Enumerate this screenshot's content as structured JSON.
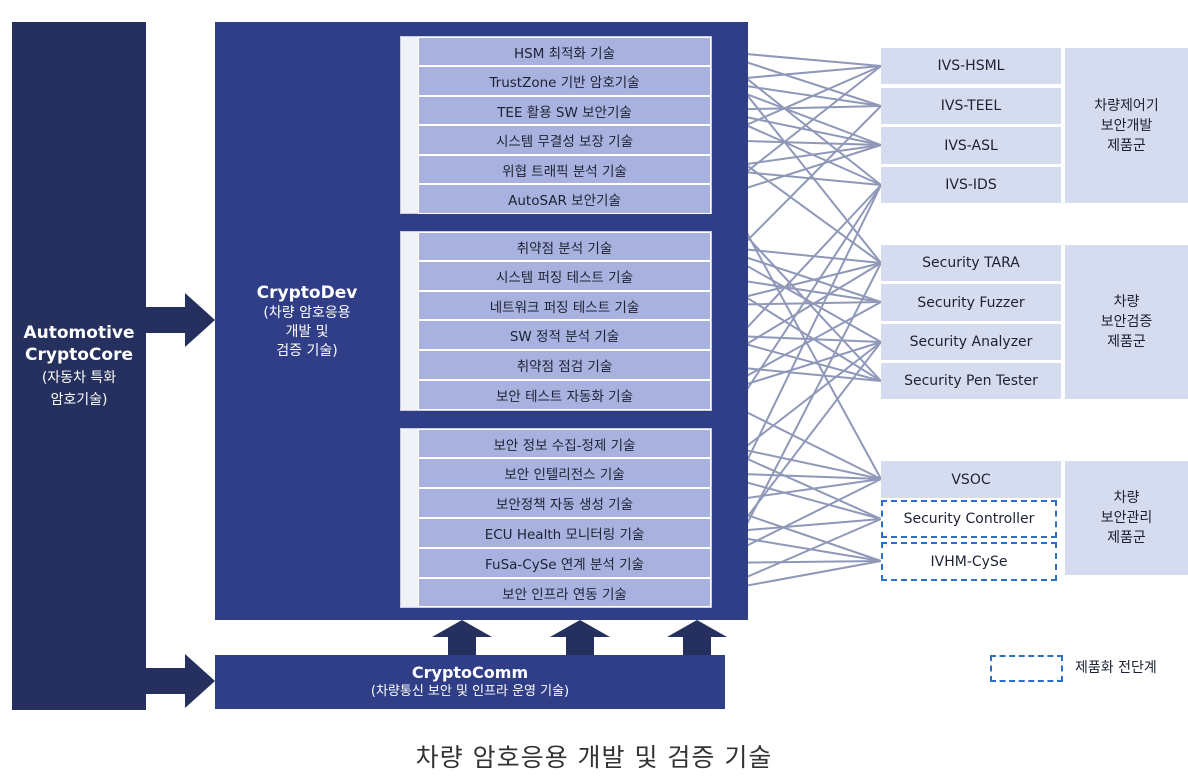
{
  "core": {
    "title_1": "Automotive",
    "title_2": "CryptoCore",
    "sub_1": "(자동차 특화",
    "sub_2": "암호기술)"
  },
  "dev": {
    "title": "CryptoDev",
    "sub_1": "(차량 암호응용",
    "sub_2": "개발 및",
    "sub_3": "검증 기술)"
  },
  "comm": {
    "title": "CryptoComm",
    "sub": "(차량통신 보안 및 인프라 운영 기술)"
  },
  "tech_groups": [
    [
      "HSM 최적화 기술",
      "TrustZone 기반 암호기술",
      "TEE 활용 SW 보안기술",
      "시스템 무결성 보장 기술",
      "위협 트래픽 분석 기술",
      "AutoSAR 보안기술"
    ],
    [
      "취약점 분석 기술",
      "시스템 퍼징 테스트 기술",
      "네트워크 퍼징 테스트 기술",
      "SW 정적 분석 기술",
      "취약점 점검 기술",
      "보안 테스트 자동화 기술"
    ],
    [
      "보안 정보 수집-정제 기술",
      "보안 인텔리전스 기술",
      "보안정책 자동 생성 기술",
      "ECU Health 모니터링 기술",
      "FuSa-CySe 연계 분석 기술",
      "보안 인프라 연동 기술"
    ]
  ],
  "products": [
    {
      "name": "IVS-HSML",
      "dashed": false
    },
    {
      "name": "IVS-TEEL",
      "dashed": false
    },
    {
      "name": "IVS-ASL",
      "dashed": false
    },
    {
      "name": "IVS-IDS",
      "dashed": false
    },
    {
      "name": "Security TARA",
      "dashed": false
    },
    {
      "name": "Security Fuzzer",
      "dashed": false
    },
    {
      "name": "Security Analyzer",
      "dashed": false
    },
    {
      "name": "Security Pen Tester",
      "dashed": false
    },
    {
      "name": "VSOC",
      "dashed": false
    },
    {
      "name": "Security Controller",
      "dashed": true
    },
    {
      "name": "IVHM-CySe",
      "dashed": true
    }
  ],
  "categories": [
    [
      "차량제어기",
      "보안개발",
      "제품군"
    ],
    [
      "차량",
      "보안검증",
      "제품군"
    ],
    [
      "차량",
      "보안관리",
      "제품군"
    ]
  ],
  "legend": {
    "label": "제품화 전단계"
  },
  "caption": "차량 암호응용 개발 및 검증 기술",
  "colors": {
    "core": "#25305e",
    "dev": "#2f3e87",
    "tech_bar": "#a9b2df",
    "product": "#d6dcef",
    "dashed_border": "#2c6fc7",
    "link_line": "#8f98b8"
  }
}
